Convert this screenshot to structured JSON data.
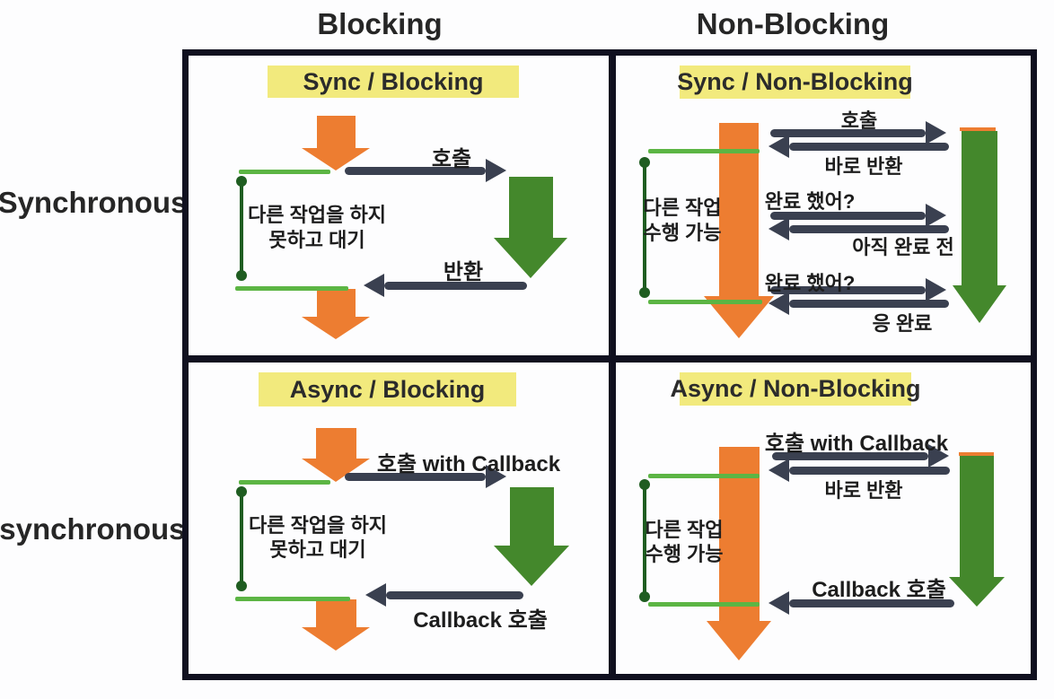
{
  "colors": {
    "orange": "#ED7D31",
    "green": "#44882C",
    "light-green": "#5CB544",
    "dark-green": "#1F5D21",
    "navy": "#3A4050",
    "yellow": "#F2EA7D",
    "grid": "#10101F",
    "text": "#1D1D1D"
  },
  "headers": {
    "columns": [
      {
        "label": "Blocking"
      },
      {
        "label": "Non-Blocking"
      }
    ],
    "rows": [
      {
        "label": "Synchronous"
      },
      {
        "label": "Asynchronous"
      }
    ]
  },
  "quadrants": {
    "sync_blocking": {
      "title": "Sync / Blocking",
      "call": "호출",
      "ret": "반환",
      "wait1": "다른 작업을 하지",
      "wait2": "못하고 대기"
    },
    "sync_nonblocking": {
      "title": "Sync / Non-Blocking",
      "call": "호출",
      "ret": "바로 반환",
      "ask1": "완료 했어?",
      "reply1": "아직 완료 전",
      "ask2": "완료 했어?",
      "reply2": "응 완료",
      "free1": "다른 작업",
      "free2": "수행 가능"
    },
    "async_blocking": {
      "title": "Async / Blocking",
      "call": "호출 with Callback",
      "ret": "Callback 호출",
      "wait1": "다른 작업을 하지",
      "wait2": "못하고 대기"
    },
    "async_nonblocking": {
      "title": "Async / Non-Blocking",
      "call": "호출 with Callback",
      "ret": "바로 반환",
      "callback": "Callback 호출",
      "free1": "다른 작업",
      "free2": "수행 가능"
    }
  }
}
